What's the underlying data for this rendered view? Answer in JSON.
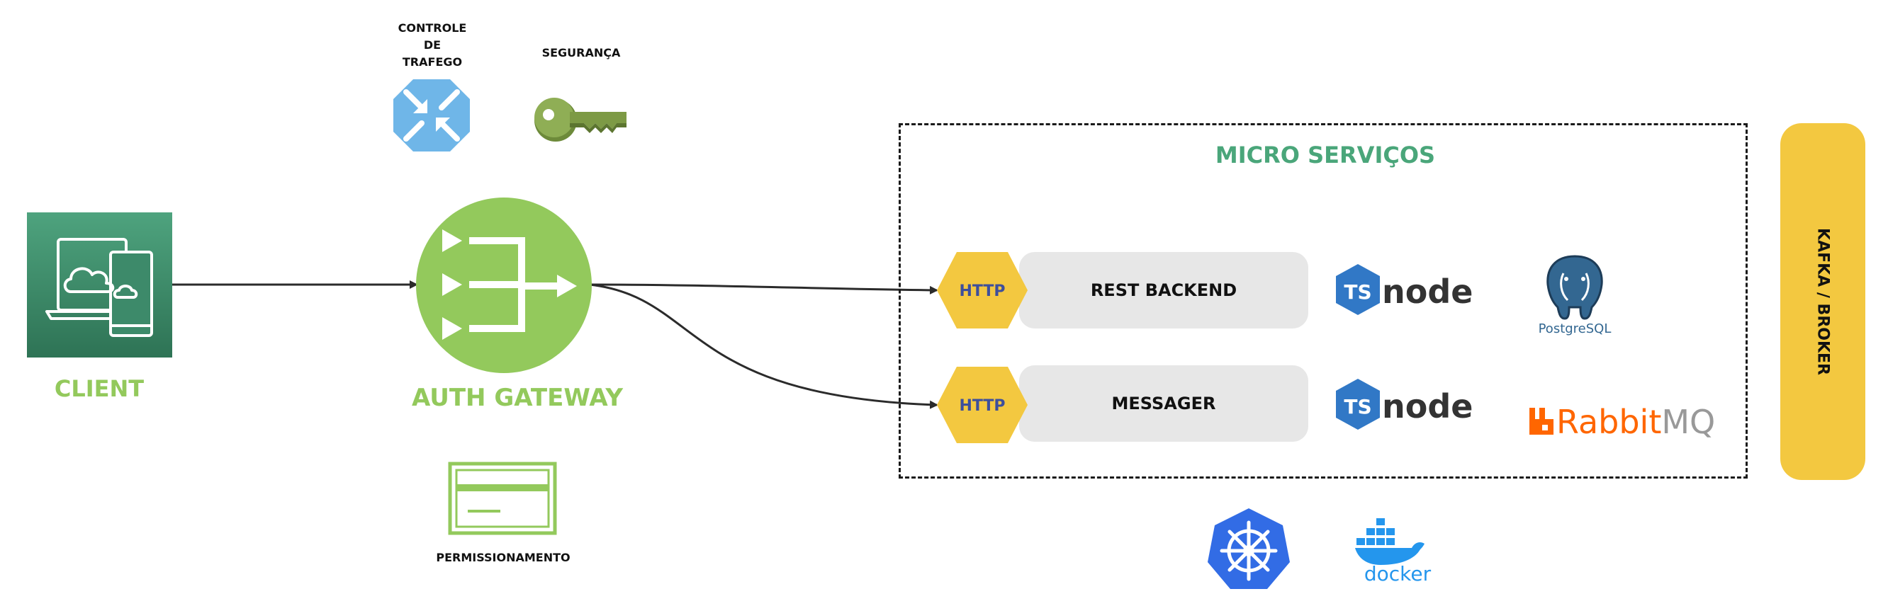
{
  "labels": {
    "traffic_control": [
      "CONTROLE",
      "DE",
      "TRAFEGO"
    ],
    "security": "SEGURANÇA",
    "client": "CLIENT",
    "gateway": "AUTH GATEWAY",
    "permissions": "PERMISSIONAMENTO",
    "microservices": "MICRO SERVIÇOS",
    "broker": "KAFKA / BROKER"
  },
  "services": [
    {
      "protocol": "HTTP",
      "name": "REST BACKEND",
      "runtime": {
        "badge": "TS",
        "text": "node"
      },
      "store": "PostgreSQL"
    },
    {
      "protocol": "HTTP",
      "name": "MESSAGER",
      "runtime": {
        "badge": "TS",
        "text": "node"
      },
      "store": {
        "prefix": "Rabbit",
        "suffix": "MQ"
      }
    }
  ],
  "infra": {
    "orchestrator_icon": "kubernetes-icon",
    "container_text": "docker"
  },
  "icons": {
    "client": "cloud-devices-icon",
    "gateway": "gateway-router-icon",
    "traffic": "traffic-control-icon",
    "security": "key-icon",
    "permissions": "permission-card-icon"
  },
  "colors": {
    "accent_green": "#93c95c",
    "service_green": "#4aa67a",
    "hex_yellow": "#f3c840",
    "client_green": "#3d8a6a",
    "traffic_blue": "#6fb6e8",
    "key_olive": "#7d9a45",
    "k8s_blue": "#326ce5",
    "docker_blue": "#2496ed",
    "rabbit_orange": "#ff6600",
    "ts_blue": "#3178c6"
  }
}
